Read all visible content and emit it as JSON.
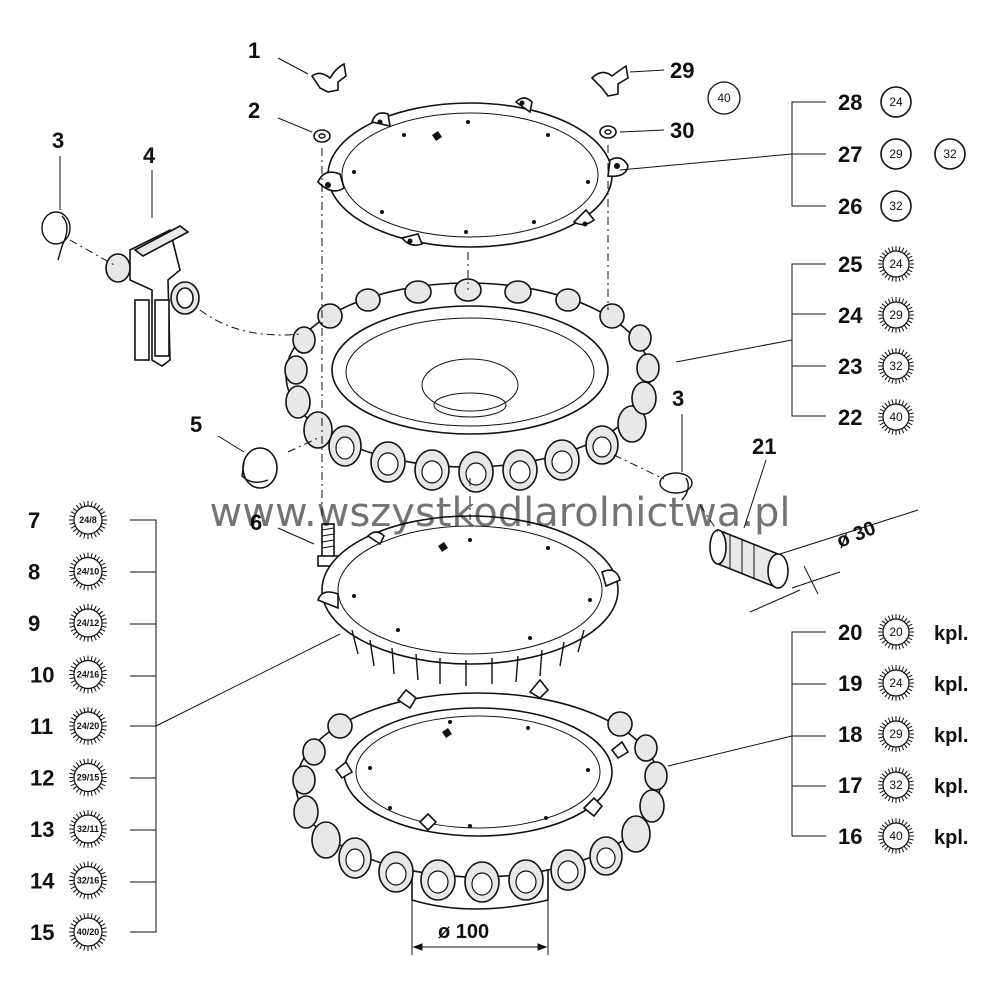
{
  "watermark": "www.wszystkodlarolnictwa.pl",
  "dimensions": {
    "nozzle_diameter": "ø 30",
    "base_diameter": "ø 100"
  },
  "callouts": {
    "c1": "1",
    "c2": "2",
    "c3a": "3",
    "c4": "4",
    "c5": "5",
    "c6": "6",
    "c3b": "3",
    "c21": "21",
    "c29": "29",
    "c30": "30"
  },
  "top_badges": {
    "b29": "40"
  },
  "plate_variants": [
    {
      "num": "28",
      "badges": [
        "24"
      ]
    },
    {
      "num": "27",
      "badges": [
        "29",
        "32"
      ]
    },
    {
      "num": "26",
      "badges": [
        "32"
      ]
    }
  ],
  "housing_variants": [
    {
      "num": "25",
      "badge": "24"
    },
    {
      "num": "24",
      "badge": "29"
    },
    {
      "num": "23",
      "badge": "32"
    },
    {
      "num": "22",
      "badge": "40"
    }
  ],
  "complete_variants": [
    {
      "num": "20",
      "badge": "20",
      "suffix": "kpl."
    },
    {
      "num": "19",
      "badge": "24",
      "suffix": "kpl."
    },
    {
      "num": "18",
      "badge": "29",
      "suffix": "kpl."
    },
    {
      "num": "17",
      "badge": "32",
      "suffix": "kpl."
    },
    {
      "num": "16",
      "badge": "40",
      "suffix": "kpl."
    }
  ],
  "bottom_plate_variants": [
    {
      "num": "7",
      "badge": "24/8"
    },
    {
      "num": "8",
      "badge": "24/10"
    },
    {
      "num": "9",
      "badge": "24/12"
    },
    {
      "num": "10",
      "badge": "24/16"
    },
    {
      "num": "11",
      "badge": "24/20"
    },
    {
      "num": "12",
      "badge": "29/15"
    },
    {
      "num": "13",
      "badge": "32/11"
    },
    {
      "num": "14",
      "badge": "32/16"
    },
    {
      "num": "15",
      "badge": "40/20"
    }
  ]
}
